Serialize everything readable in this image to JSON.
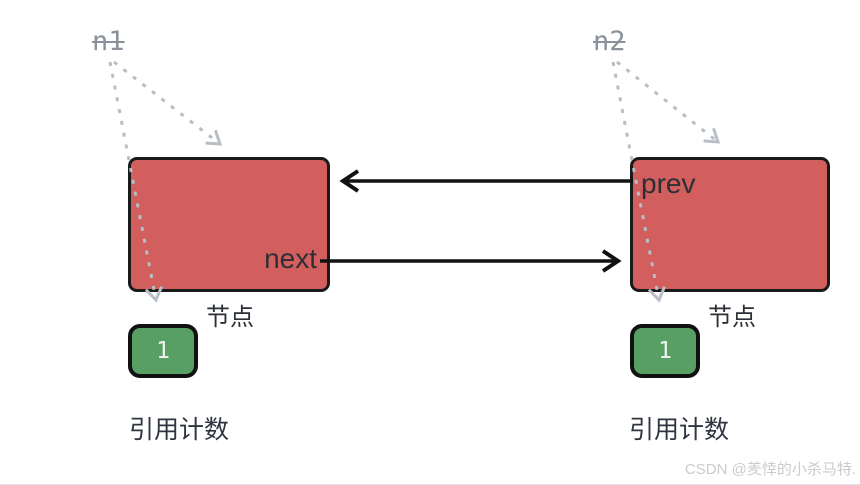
{
  "left_node": {
    "var_name": "n1",
    "pointer_label": "next",
    "node_caption": "节点",
    "refcount_value": "1",
    "refcount_caption": "引用计数"
  },
  "right_node": {
    "var_name": "n2",
    "pointer_label": "prev",
    "node_caption": "节点",
    "refcount_value": "1",
    "refcount_caption": "引用计数"
  },
  "colors": {
    "node_fill": "#d25e5e",
    "node_border": "#1a1a1a",
    "refcount_fill": "#579f63",
    "refcount_text": "#f2f2f2",
    "solid_arrow": "#111111",
    "dashed_arrow": "#b8bec5",
    "var_label_gray": "#8b929b"
  },
  "watermark": "CSDN @羑悻的小杀马特."
}
